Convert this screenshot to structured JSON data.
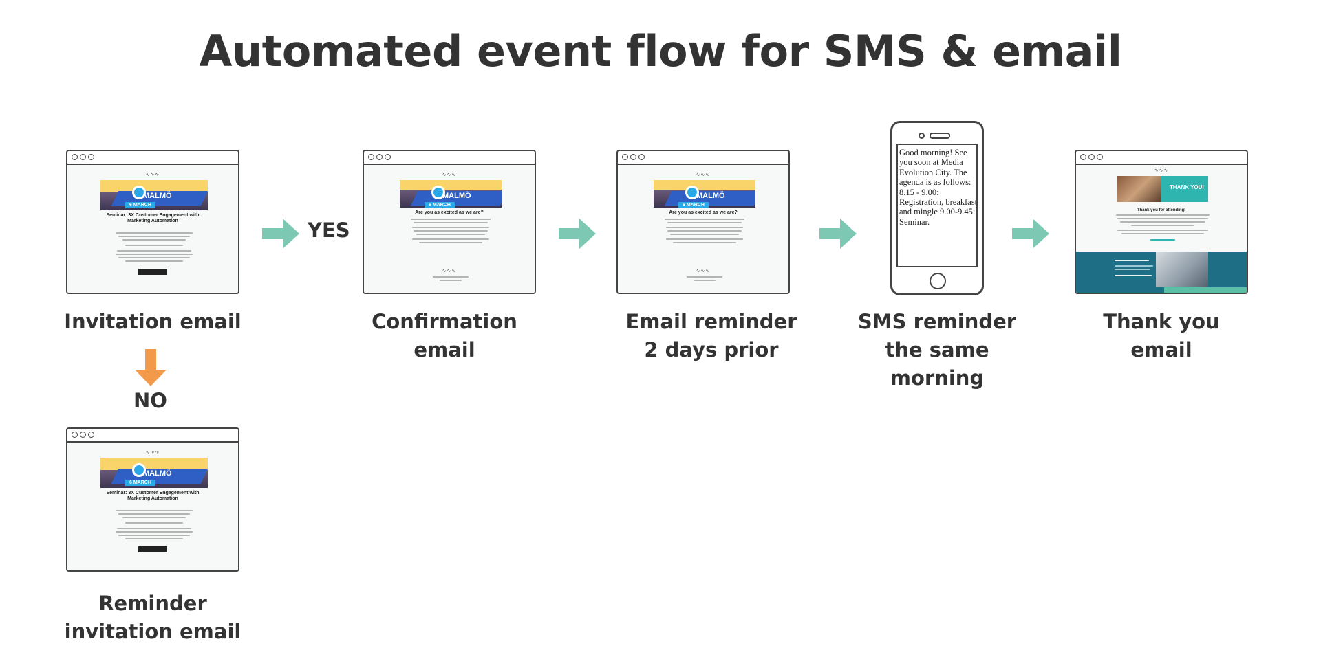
{
  "title": "Automated event flow for SMS & email",
  "colors": {
    "text": "#333333",
    "arrow_green": "#7dc8b2",
    "arrow_orange": "#f29a4a",
    "frame": "#444444"
  },
  "steps": [
    {
      "id": "invitation",
      "label_lines": [
        "Invitation email"
      ]
    },
    {
      "id": "confirmation",
      "label_lines": [
        "Confirmation",
        "email"
      ]
    },
    {
      "id": "email_reminder",
      "label_lines": [
        "Email reminder",
        "2 days prior"
      ]
    },
    {
      "id": "sms_reminder",
      "label_lines": [
        "SMS reminder",
        "the same",
        "morning"
      ]
    },
    {
      "id": "thank_you",
      "label_lines": [
        "Thank you",
        "email"
      ]
    },
    {
      "id": "reminder_invitation",
      "label_lines": [
        "Reminder",
        "invitation email"
      ]
    }
  ],
  "decisions": {
    "yes": "YES",
    "no": "NO"
  },
  "mockups": {
    "banner_city": "MALMÖ",
    "banner_date": "6 MARCH",
    "invite_heading": "Seminar: 3X Customer Engagement with Marketing Automation",
    "confirm_heading": "Are you as excited as we are?",
    "sms_text": "Good morning! See you soon at Media Evolution City. The agenda is as follows: 8.15 - 9.00: Registration, breakfast and mingle 9.00-9.45: Seminar.",
    "thank_you_banner": "THANK YOU!",
    "thank_you_heading": "Thank you for attending!"
  },
  "icons": [
    "arrow-right-icon",
    "arrow-down-icon",
    "browser-window-icon",
    "phone-icon"
  ]
}
